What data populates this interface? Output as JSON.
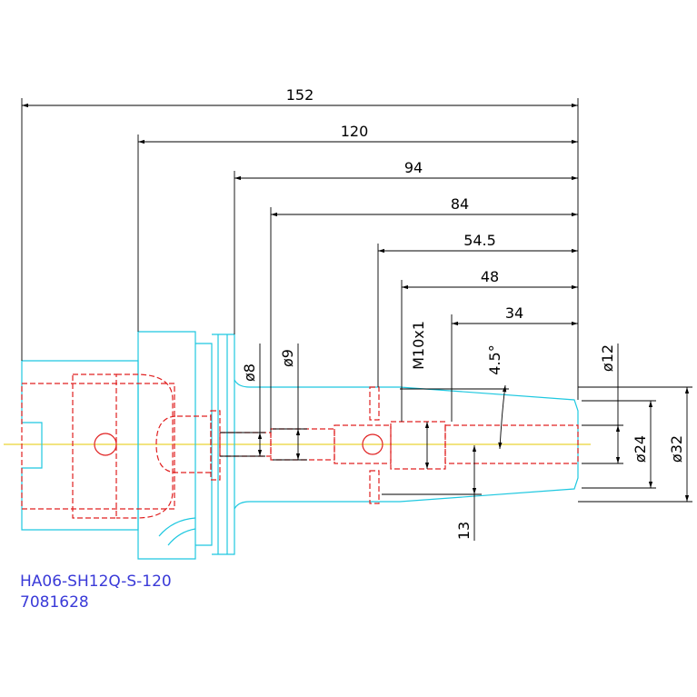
{
  "dimensions": {
    "d152": "152",
    "d120": "120",
    "d94": "94",
    "d84": "84",
    "d545": "54.5",
    "d48": "48",
    "d34": "34",
    "phi8": "ø8",
    "phi9": "ø9",
    "thread": "M10x1",
    "angle": "4.5°",
    "phi12": "ø12",
    "phi24": "ø24",
    "phi32": "ø32",
    "d13": "13"
  },
  "caption": {
    "part_number": "HA06-SH12Q-S-120",
    "article_number": "7081628"
  },
  "colors": {
    "outline": "#1fc8e0",
    "hidden": "#e02020",
    "centerline": "#e6c800",
    "dimension": "#000000",
    "caption": "#3a3ad8"
  }
}
